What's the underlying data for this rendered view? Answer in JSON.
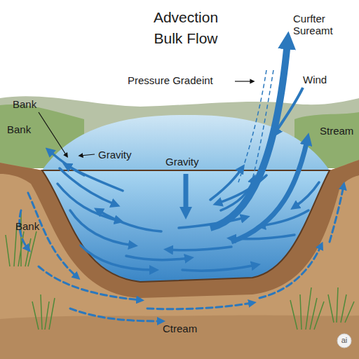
{
  "diagram": {
    "title": "Advection Bulk Flow",
    "labels": [
      "Curfter Sureamt",
      "Pressure Gradeint",
      "Wind",
      "Bank",
      "Bank",
      "Stream",
      "Gravity",
      "Gravity",
      "Bank",
      "Ctream",
      "ai"
    ]
  }
}
